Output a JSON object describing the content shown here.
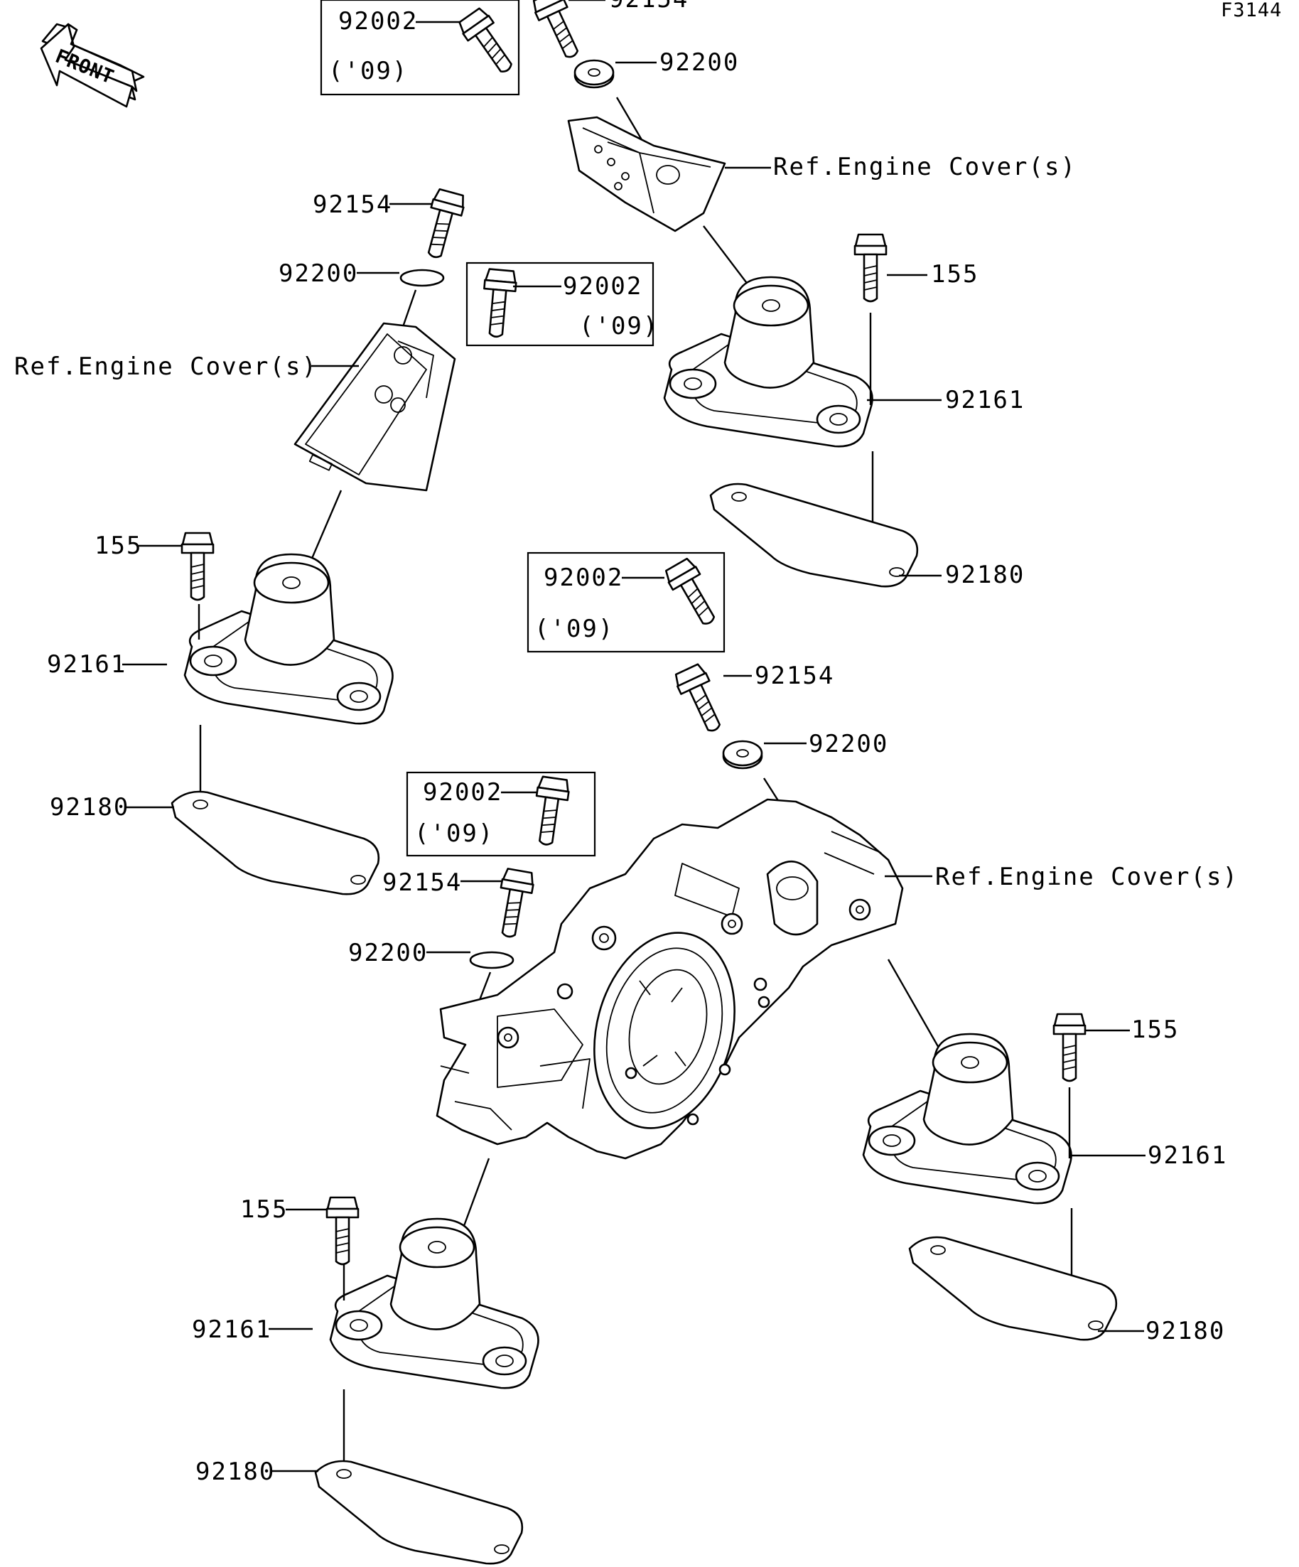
{
  "diagram": {
    "figure_code": "F3144",
    "front_marker": "FRONT",
    "year_note": "('09)",
    "parts": {
      "bolt_92002": "92002",
      "bolt_92154": "92154",
      "washer_92200": "92200",
      "engine_mount_92161": "92161",
      "shim_92180": "92180",
      "bolt_155": "155"
    },
    "reference_label": "Ref.Engine Cover(s)"
  }
}
